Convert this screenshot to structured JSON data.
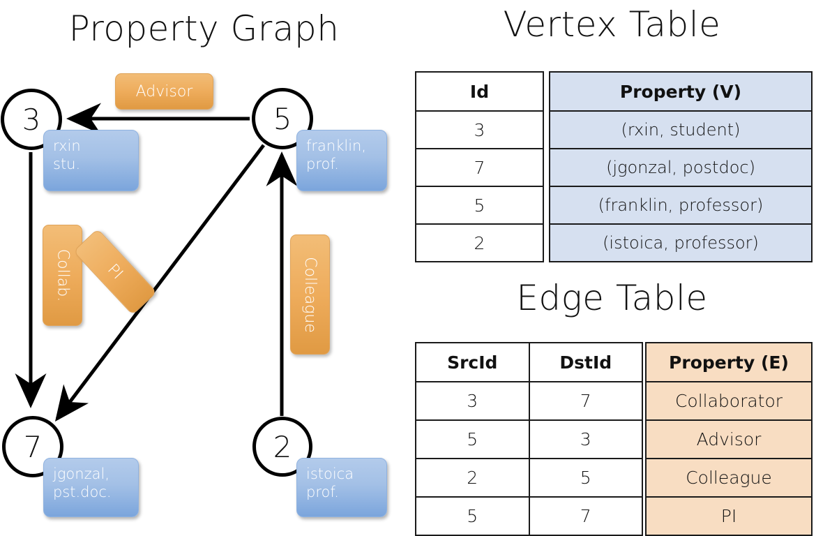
{
  "panels": {
    "graph_title": "Property Graph",
    "vertex_table_title": "Vertex Table",
    "edge_table_title": "Edge Table"
  },
  "graph": {
    "vertices": [
      {
        "id": "3",
        "props": [
          "rxin",
          "stu."
        ]
      },
      {
        "id": "5",
        "props": [
          "franklin,",
          "prof."
        ]
      },
      {
        "id": "7",
        "props": [
          "jgonzal,",
          "pst.doc."
        ]
      },
      {
        "id": "2",
        "props": [
          "istoica",
          "prof."
        ]
      }
    ],
    "edge_labels": [
      {
        "name": "advisor",
        "text": "Advisor",
        "from": "5",
        "to": "3"
      },
      {
        "name": "collab",
        "text": "Collab.",
        "from": "3",
        "to": "7"
      },
      {
        "name": "pi",
        "text": "PI",
        "from": "5",
        "to": "7"
      },
      {
        "name": "colleague",
        "text": "Colleague",
        "from": "2",
        "to": "5"
      }
    ]
  },
  "vertex_table": {
    "headers": [
      "Id",
      "Property (V)"
    ],
    "rows": [
      {
        "id": "3",
        "property": "(rxin, student)"
      },
      {
        "id": "7",
        "property": "(jgonzal, postdoc)"
      },
      {
        "id": "5",
        "property": "(franklin, professor)"
      },
      {
        "id": "2",
        "property": "(istoica, professor)"
      }
    ]
  },
  "edge_table": {
    "headers": [
      "SrcId",
      "DstId",
      "Property (E)"
    ],
    "rows": [
      {
        "src": "3",
        "dst": "7",
        "property": "Collaborator"
      },
      {
        "src": "5",
        "dst": "3",
        "property": "Advisor"
      },
      {
        "src": "2",
        "dst": "5",
        "property": "Colleague"
      },
      {
        "src": "5",
        "dst": "7",
        "property": "PI"
      }
    ]
  },
  "colors": {
    "vertex_property_blue": "#a3c0e6",
    "edge_label_orange": "#eeac5c",
    "vertex_table_cell": "#d6e0f0",
    "edge_table_cell": "#f8ddc2",
    "stroke": "#000000"
  }
}
